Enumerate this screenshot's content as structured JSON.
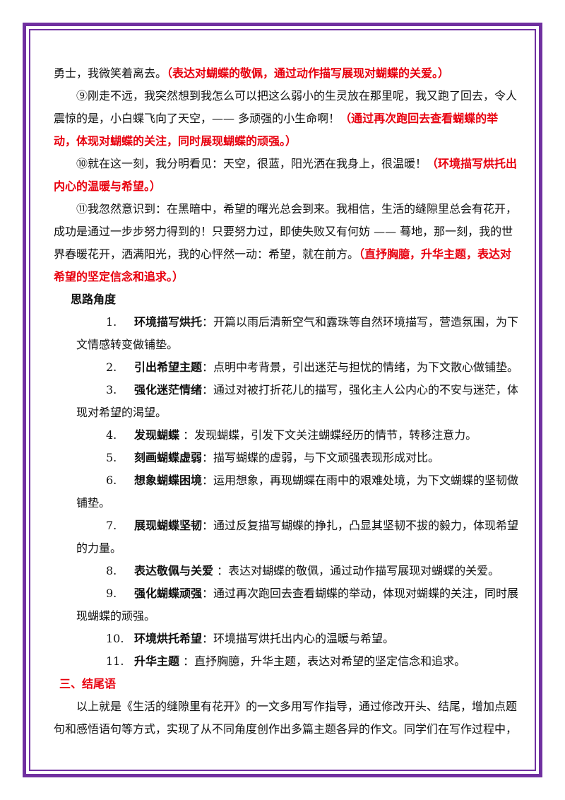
{
  "paragraphs": [
    {
      "text": "勇士，我微笑着离去。",
      "note": "（表达对蝴蝶的敬佩，通过动作描写展现对蝴蝶的关爱。）"
    },
    {
      "text": "⑨刚走不远，我突然想到我怎么可以把这么弱小的生灵放在那里呢，我又跑了回去，令人震惊的是，小白蝶飞向了天空，—— 多顽强的小生命啊！",
      "note": "（通过再次跑回去查看蝴蝶的举动，体现对蝴蝶的关注，同时展现蝴蝶的顽强。）"
    },
    {
      "text": "⑩就在这一刻，我分明看见：天空，很蓝，阳光洒在我身上，很温暖！",
      "note": "（环境描写烘托出内心的温暖与希望。）"
    },
    {
      "text": "⑪我忽然意识到：在黑暗中，希望的曙光总会到来。我相信，生活的缝隙里总会有花开，成功是通过一步步努力得到的！只要努力过，即使失败又有何妨 —— 蓦地，那一刻，我的世界春暖花开，洒满阳光，我的心怦然一动：希望，就在前方。",
      "note": "（直抒胸臆，升华主题，表达对希望的坚定信念和追求。）"
    }
  ],
  "ideas_heading": "思路角度",
  "ideas": [
    {
      "num": "1.",
      "term": "环境描写烘托",
      "desc": "：开篇以雨后清新空气和露珠等自然环境描写，营造氛围，为下文情感转变做铺垫。"
    },
    {
      "num": "2.",
      "term": "引出希望主题",
      "desc": "：点明中考背景，引出迷茫与担忧的情绪，为下文散心做铺垫。"
    },
    {
      "num": "3.",
      "term": "强化迷茫情绪",
      "desc": "：通过对被打折花儿的描写，强化主人公内心的不安与迷茫，体现对希望的渴望。"
    },
    {
      "num": "4.",
      "term": "发现蝴蝶",
      "desc": " ：发现蝴蝶，引发下文关注蝴蝶经历的情节，转移注意力。"
    },
    {
      "num": "5.",
      "term": "刻画蝴蝶虚弱",
      "desc": "：描写蝴蝶的虚弱，与下文顽强表现形成对比。"
    },
    {
      "num": "6.",
      "term": "想象蝴蝶困境",
      "desc": "：运用想象，再现蝴蝶在雨中的艰难处境，为下文蝴蝶的坚韧做铺垫。"
    },
    {
      "num": "7.",
      "term": "展现蝴蝶坚韧",
      "desc": "：通过反复描写蝴蝶的挣扎，凸显其坚韧不拔的毅力，体现希望的力量。"
    },
    {
      "num": "8.",
      "term": "表达敬佩与关爱",
      "desc": " ：表达对蝴蝶的敬佩，通过动作描写展现对蝴蝶的关爱。"
    },
    {
      "num": "9.",
      "term": "强化蝴蝶顽强",
      "desc": "：通过再次跑回去查看蝴蝶的举动，体现对蝴蝶的关注，同时展现蝴蝶的顽强。"
    },
    {
      "num": "10.",
      "term": "环境烘托希望",
      "desc": "：环境描写烘托出内心的温暖与希望。"
    },
    {
      "num": "11.",
      "term": "升华主题",
      "desc": " ：直抒胸臆，升华主题，表达对希望的坚定信念和追求。"
    }
  ],
  "section3_title": "三、结尾语",
  "conclusion": "以上就是《生活的缝隙里有花开》的一文多用写作指导，通过修改开头、结尾，增加点题句和感悟语句等方式，实现了从不同角度创作出多篇主题各异的作文。同学们在写作过程中，"
}
